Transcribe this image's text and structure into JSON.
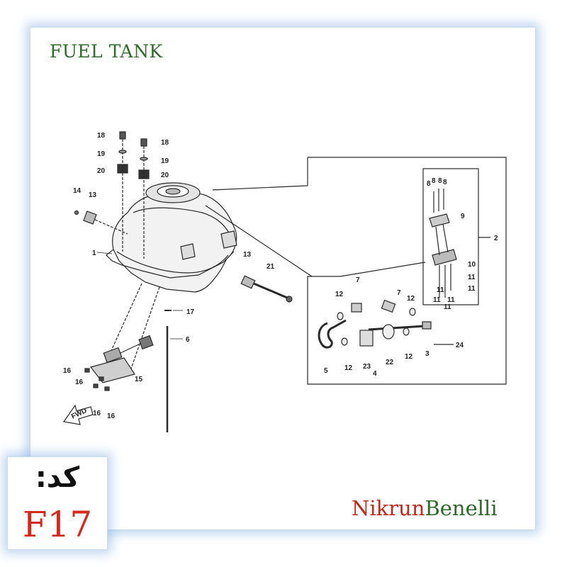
{
  "title": "FUEL TANK",
  "brand": {
    "part1": "Nikrun",
    "part2": "Benelli"
  },
  "code": {
    "label": "کد:",
    "value": "F17"
  },
  "fwd_label": "FWD",
  "callouts": {
    "n1": "1",
    "n2": "2",
    "n3": "3",
    "n4": "4",
    "n5": "5",
    "n6": "6",
    "n7": "7",
    "n8": "8",
    "n9": "9",
    "n10": "10",
    "n11": "11",
    "n12": "12",
    "n13": "13",
    "n14": "14",
    "n15": "15",
    "n16": "16",
    "n17": "17",
    "n18": "18",
    "n19": "19",
    "n20": "20",
    "n21": "21",
    "n22": "22",
    "n23": "23",
    "n24": "24"
  },
  "colors": {
    "title": "#2e6b2a",
    "brand_red": "#c0291b",
    "brand_green": "#2e6b2a",
    "code_red": "#d42a1c",
    "glow": "#6ea0dc"
  }
}
